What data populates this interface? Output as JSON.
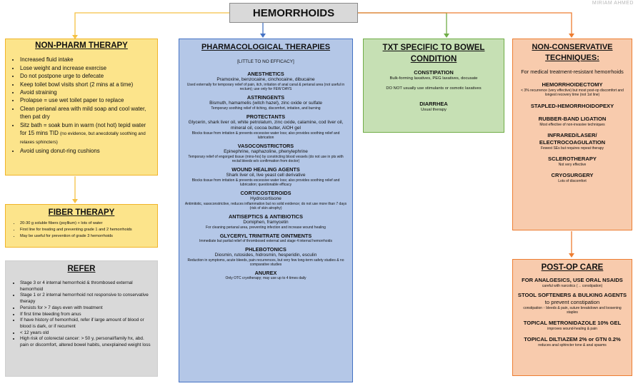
{
  "watermark": "MIRIAM AHMED",
  "title": "HEMORRHOIDS",
  "colors": {
    "gray": "#d9d9d9",
    "yellow": "#fce48b",
    "blue": "#b4c7e7",
    "green": "#c6e0b4",
    "orange": "#f8cbad",
    "arrow_yellow": "#f5c143",
    "arrow_blue": "#4472c4",
    "arrow_green": "#70ad47",
    "arrow_orange": "#ed7d31"
  },
  "nonpharm": {
    "heading": "NON-PHARM THERAPY",
    "items": [
      "Increased fluid intake",
      "Lose weight and increase exercise",
      "Do not postpone urge to defecate",
      "Keep toilet bowl visits short (2 mins at a time)",
      "Avoid straining",
      "Prolapse = use wet toilet paper to replace",
      "Clean perianal area with mild soap and cool water, then pat dry"
    ],
    "sitz_main": "Sitz bath = soak bum in warm (not hot) tepid water for 15 mins TID",
    "sitz_note": "(no evidence, but anecdotally soothing and relaxes sphincters)",
    "last": "Avoid using donut-ring cushions"
  },
  "fiber": {
    "heading": "FIBER THERAPY",
    "items": [
      "20-30 g soluble fibers (psyllium) + lots of water",
      "First line for treating and preventing grade 1 and 2 hemorrhoids",
      "May be useful for prevention of grade 3 hemorrhoids"
    ]
  },
  "refer": {
    "heading": "REFER",
    "items": [
      "Stage 3 or 4 internal hemorrhoid & thrombosed external hemorrhoid",
      "Stage 1 or 2 internal hemorrhoid not responsive to conservative therapy",
      "Persists for > 7 days even with treatment",
      "If first time bleeding from anus",
      "If have history of hemorrhoid, refer if large amount of blood or blood is dark, or if recurrent",
      "< 12 years old",
      "High risk of colorectal cancer: > 50 y, personal/family hx, abd. pain or discomfort, altered bowel habits, unexplained weight loss"
    ]
  },
  "pharm": {
    "heading": "PHARMACOLOGICAL THERAPIES",
    "subheading": "[LITTLE TO NO EFFICACY]",
    "sections": [
      {
        "title": "ANESTHETICS",
        "drugs": "Pramoxine, benzocaine, cinchocaine, dibucaine",
        "note": "Used externally for temporary relief of pain, itch, irritation of anal canal & perianal area (not useful in rectum); use only for FEW DAYS"
      },
      {
        "title": "ASTRINGENTS",
        "drugs": "Bismuth, hamamelis (witch hazel), zinc oxide or sulfate",
        "note": "Temporary soothing relief of itching, discomfort, irritation, and burning"
      },
      {
        "title": "PROTECTANTS",
        "drugs": "Glycerin, shark liver oil, white petrolatum, zinc oxide, calamine, cod liver oil, mineral oil, cocoa butter, AlOH gel",
        "note": "Blocks tissue from irritation & prevents excessive water loss; also provides soothing relief and lubrication"
      },
      {
        "title": "VASOCONSTRICTORS",
        "drugs": "Epinephrine, naphazoline, phenylephrine",
        "note": "Temporary relief of engorged tissue (mins-hrs) by constricting blood vessels (do not use in pts with rectal bleeds w/o confirmation from doctor)"
      },
      {
        "title": "WOUND HEALING AGENTS",
        "drugs": "Shark liver oil, live yeast cell derivative",
        "note": "Blocks tissue from irritation & prevents excessive water loss; also provides soothing relief and lubrication; questionable efficacy"
      },
      {
        "title": "CORTICOSTEROIDS",
        "drugs": "Hydrocortisone",
        "note": "Antimitotic, vasoconstrictive, reduces inflammation but no solid evidence; do not use more than 7 days (risk of skin atrophy)"
      },
      {
        "title": "ANTISEPTICS & ANTIBIOTICS",
        "drugs": "Domiphen, framycetin",
        "note": "For cleaning perianal area, preventing infection and increase wound healing"
      },
      {
        "title": "GLYCERYL TRINITRATE OINTMENTS",
        "drugs": "",
        "note": "Immediate but partial relief of thrombosed external and stage 4 internal hemorrhoids"
      },
      {
        "title": "PHLEBOTONICS",
        "drugs": "Diosmin, rutosides, hidrosmin, hesperidin, esculin",
        "note": "Reduction in symptoms, acute bleeds, pain recurrences, but very few long-term safety studies & no comparative studies"
      },
      {
        "title": "ANUREX",
        "drugs": "",
        "note": "Only OTC cryotherapy; may use up to 4 times daily"
      }
    ]
  },
  "bowel": {
    "heading": "TXT SPECIFIC TO BOWEL CONDITION",
    "constipation_title": "CONSTIPATION",
    "constipation_text": "Bulk-forming laxatives, PEG laxatives, docusate",
    "constipation_note": "DO NOT usually use stimulants or osmotic laxatives",
    "diarrhea_title": "DIARRHEA",
    "diarrhea_text": "Usual therapy"
  },
  "nonconservative": {
    "heading": "NON-CONSERVATIVE TECHNIQUES:",
    "intro": "For medical treatment-resistant hemorrhoids",
    "sections": [
      {
        "title": "HEMORRHOIDECTOMY",
        "note": "< 3% recurrence (very effective) but most post-op discomfort and longest recovery time (not 1st line)"
      },
      {
        "title": "STAPLED-HEMORRHOIDOPEXY",
        "note": ""
      },
      {
        "title": "RUBBER-BAND LIGATION",
        "note": "Most effective of non-invasive techniques"
      },
      {
        "title": "INFRARED/LASER/ ELECTROCOAGULATION",
        "note": "Fewest SEs but requires repeat therapy"
      },
      {
        "title": "SCLEROTHERAPY",
        "note": "Not very effective"
      },
      {
        "title": "CRYOSURGERY",
        "note": "Lots of discomfort"
      }
    ]
  },
  "postop": {
    "heading": "POST-OP CARE",
    "analgesics_title": "FOR ANALGESICS, USE ORAL NSAIDS",
    "analgesics_note": "careful with narcotics (→ constipation)",
    "stool_title": "STOOL SOFTENERS & BULKING AGENTS",
    "stool_title_rest": "to prevent constipation",
    "stool_note": "constipation ↑ bleeds & pain, suture breakdown and loosening staples",
    "metro_title": "TOPICAL METRONIDAZOLE 10% GEL",
    "metro_note": "improves wound-healing & pain",
    "dilt_title": "TOPICAL DILTIAZEM 2% or GTN 0.2%",
    "dilt_note": "reduces anal sphincter tone & anal spasms"
  }
}
